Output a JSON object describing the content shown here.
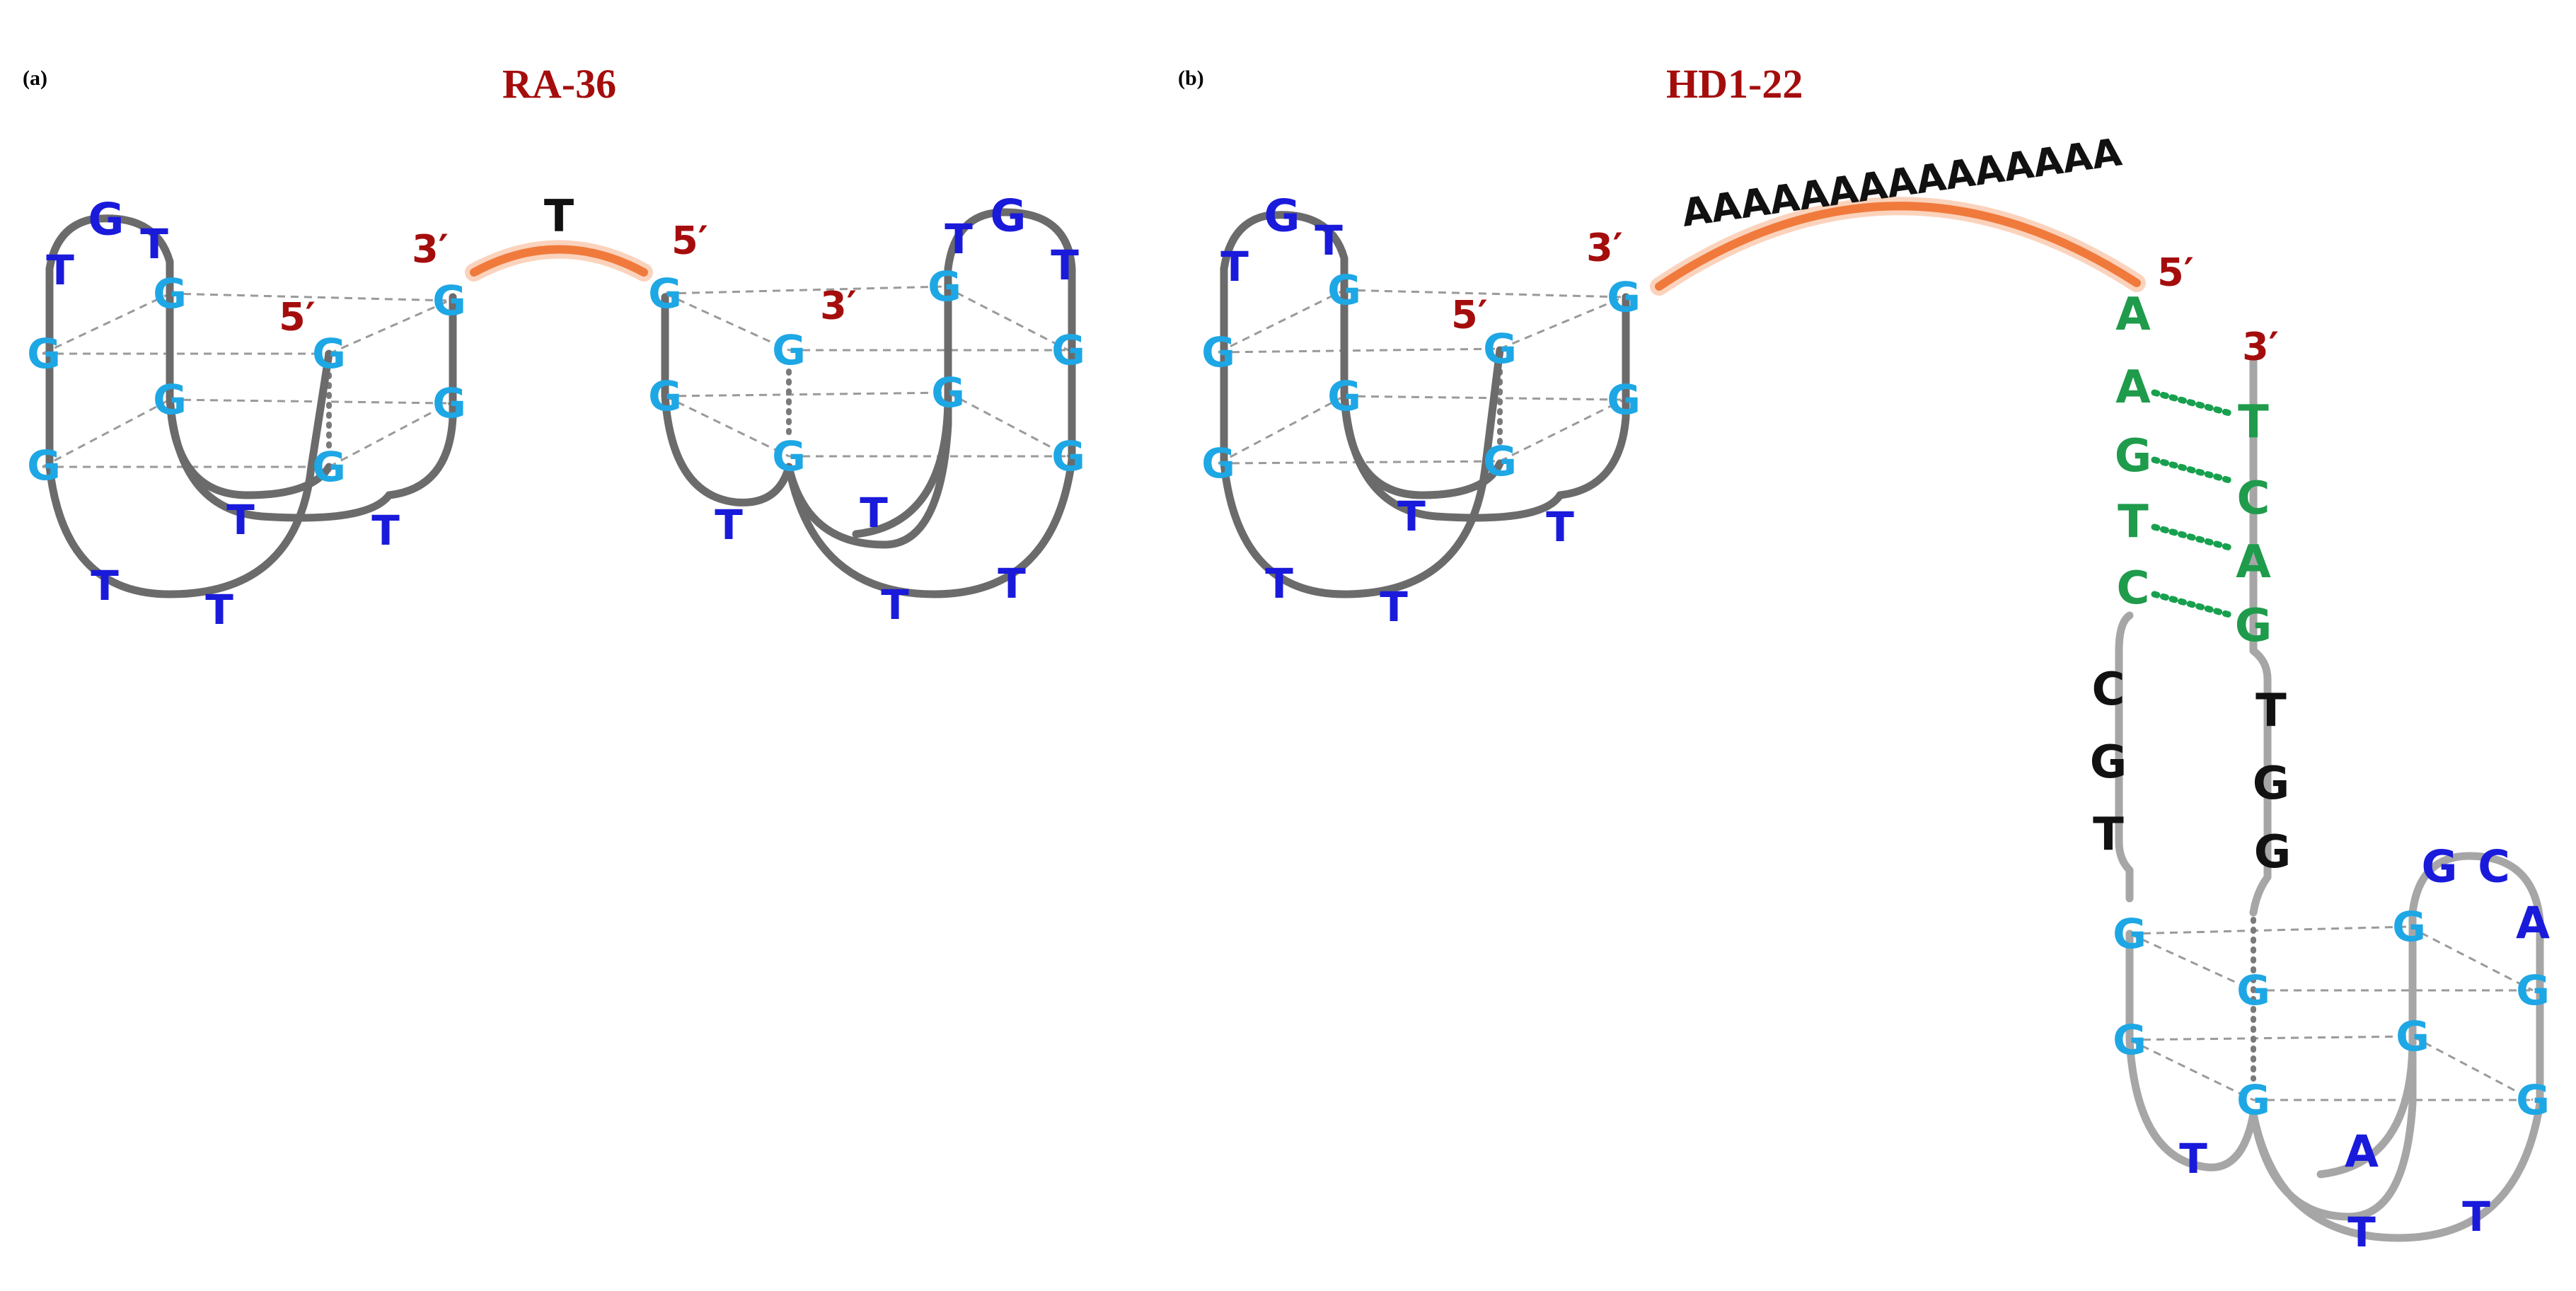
{
  "colors": {
    "quartet_g": "#1ea7e5",
    "loop_base": "#1a1adb",
    "stem_base": "#1f9b4c",
    "connector_base": "#111111",
    "end_label": "#a50d0d",
    "title": "#a50d0d",
    "linker": "#f07a3c"
  },
  "panel_a": {
    "tag": "(a)",
    "title": "RA-36",
    "linker_base": "T",
    "left_g4": {
      "end3": "3′",
      "end5": "5′",
      "top_loop": [
        "T",
        "G",
        "T"
      ],
      "bottom_loop_inner": [
        "T",
        "T"
      ],
      "bottom_loop_outer": [
        "T",
        "T"
      ],
      "g_bases": [
        "G",
        "G",
        "G",
        "G",
        "G",
        "G",
        "G",
        "G"
      ]
    },
    "right_g4": {
      "end5": "5′",
      "end3": "3′",
      "top_loop": [
        "T",
        "G",
        "T"
      ],
      "bottom_loop_inner": [
        "T",
        "T"
      ],
      "bottom_loop_outer": [
        "T",
        "T"
      ],
      "g_bases": [
        "G",
        "G",
        "G",
        "G",
        "G",
        "G",
        "G",
        "G"
      ]
    }
  },
  "panel_b": {
    "tag": "(b)",
    "title": "HD1-22",
    "linker_label": "AAAAAAAAAAAAAAA",
    "left_g4": {
      "end3": "3′",
      "end5": "5′",
      "top_loop": [
        "T",
        "G",
        "T"
      ],
      "bottom_loop_inner": [
        "T",
        "T"
      ],
      "bottom_loop_outer": [
        "T",
        "T"
      ],
      "g_bases": [
        "G",
        "G",
        "G",
        "G",
        "G",
        "G",
        "G",
        "G"
      ]
    },
    "duplex": {
      "end5": "5′",
      "end3": "3′",
      "left_strand": [
        "A",
        "A",
        "G",
        "T",
        "C"
      ],
      "right_strand": [
        "T",
        "C",
        "A",
        "G"
      ],
      "left_connector": [
        "C",
        "G",
        "T"
      ],
      "right_connector": [
        "T",
        "G",
        "G"
      ]
    },
    "lower_g4": {
      "top_loop": [
        "G",
        "C",
        "A"
      ],
      "bottom_loop_inner": [
        "T",
        "A"
      ],
      "bottom_loop_outer": [
        "T",
        "T"
      ],
      "g_bases": [
        "G",
        "G",
        "G",
        "G",
        "G",
        "G",
        "G",
        "G"
      ]
    }
  }
}
